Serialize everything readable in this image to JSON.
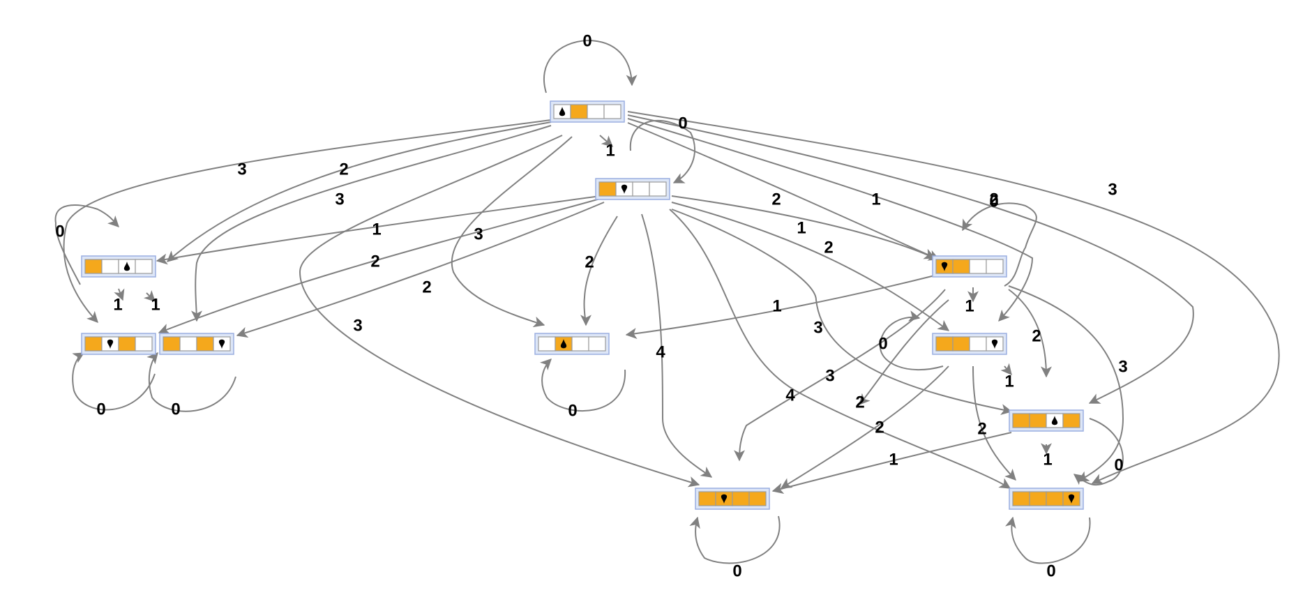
{
  "colors": {
    "filled": "#f5a81c",
    "empty": "#ffffff",
    "frame": "#dde6f7",
    "frame_border": "#9aaee0",
    "edge": "#808080",
    "head_icon": "#000000"
  },
  "nodes": [
    {
      "id": "s0",
      "cells": [
        0,
        1,
        0,
        0
      ],
      "head": 0,
      "dir": "up"
    },
    {
      "id": "s1",
      "cells": [
        1,
        0,
        0,
        0
      ],
      "head": 1,
      "dir": "down"
    },
    {
      "id": "s2",
      "cells": [
        1,
        0,
        0,
        0
      ],
      "head": 2,
      "dir": "up"
    },
    {
      "id": "s3",
      "cells": [
        1,
        0,
        1,
        0
      ],
      "head": 1,
      "dir": "down"
    },
    {
      "id": "s4",
      "cells": [
        1,
        0,
        1,
        0
      ],
      "head": 3,
      "dir": "down"
    },
    {
      "id": "s5",
      "cells": [
        0,
        1,
        0,
        0
      ],
      "head": 1,
      "dir": "up"
    },
    {
      "id": "s6",
      "cells": [
        1,
        1,
        0,
        0
      ],
      "head": 0,
      "dir": "down"
    },
    {
      "id": "s7",
      "cells": [
        1,
        1,
        0,
        0
      ],
      "head": 3,
      "dir": "down"
    },
    {
      "id": "s8",
      "cells": [
        1,
        1,
        0,
        1
      ],
      "head": 2,
      "dir": "up"
    },
    {
      "id": "s9",
      "cells": [
        1,
        1,
        1,
        1
      ],
      "head": 1,
      "dir": "down"
    },
    {
      "id": "s10",
      "cells": [
        1,
        1,
        1,
        1
      ],
      "head": 3,
      "dir": "down"
    }
  ],
  "edges": [
    {
      "from": "s0",
      "to": "s0",
      "label": "0"
    },
    {
      "from": "s0",
      "to": "s1",
      "label": "1"
    },
    {
      "from": "s0",
      "to": "s2",
      "label": "2"
    },
    {
      "from": "s0",
      "to": "s3",
      "label": "3"
    },
    {
      "from": "s0",
      "to": "s4",
      "label": "3"
    },
    {
      "from": "s0",
      "to": "s5",
      "label": "3"
    },
    {
      "from": "s0",
      "to": "s9",
      "label": "3"
    },
    {
      "from": "s0",
      "to": "s6",
      "label": "2"
    },
    {
      "from": "s0",
      "to": "s7",
      "label": "1"
    },
    {
      "from": "s0",
      "to": "s8",
      "label": "2"
    },
    {
      "from": "s0",
      "to": "s10",
      "label": "3"
    },
    {
      "from": "s1",
      "to": "s1",
      "label": "0"
    },
    {
      "from": "s1",
      "to": "s2",
      "label": "1"
    },
    {
      "from": "s1",
      "to": "s3",
      "label": "2"
    },
    {
      "from": "s1",
      "to": "s4",
      "label": "2"
    },
    {
      "from": "s1",
      "to": "s5",
      "label": "2"
    },
    {
      "from": "s1",
      "to": "s9",
      "label": "4"
    },
    {
      "from": "s1",
      "to": "s10",
      "label": "4"
    },
    {
      "from": "s1",
      "to": "s6",
      "label": "1"
    },
    {
      "from": "s1",
      "to": "s7",
      "label": "2"
    },
    {
      "from": "s1",
      "to": "s8",
      "label": "3"
    },
    {
      "from": "s2",
      "to": "s2",
      "label": "0"
    },
    {
      "from": "s2",
      "to": "s3",
      "label": "1"
    },
    {
      "from": "s2",
      "to": "s4",
      "label": "1"
    },
    {
      "from": "s3",
      "to": "s3",
      "label": "0"
    },
    {
      "from": "s4",
      "to": "s4",
      "label": "0"
    },
    {
      "from": "s5",
      "to": "s5",
      "label": "0"
    },
    {
      "from": "s6",
      "to": "s6",
      "label": "0"
    },
    {
      "from": "s6",
      "to": "s5",
      "label": "1"
    },
    {
      "from": "s6",
      "to": "s7",
      "label": "1"
    },
    {
      "from": "s6",
      "to": "s8",
      "label": "2"
    },
    {
      "from": "s6",
      "to": "s9",
      "label": "3"
    },
    {
      "from": "s6",
      "to": "s10",
      "label": "3"
    },
    {
      "from": "s7",
      "to": "s7",
      "label": "0"
    },
    {
      "from": "s7",
      "to": "s6",
      "label": "2"
    },
    {
      "from": "s7",
      "to": "s8",
      "label": "1"
    },
    {
      "from": "s7",
      "to": "s9",
      "label": "2"
    },
    {
      "from": "s7",
      "to": "s10",
      "label": "2"
    },
    {
      "from": "s8",
      "to": "s8",
      "label": "0"
    },
    {
      "from": "s8",
      "to": "s9",
      "label": "1"
    },
    {
      "from": "s8",
      "to": "s10",
      "label": "1"
    },
    {
      "from": "s9",
      "to": "s9",
      "label": "0"
    },
    {
      "from": "s10",
      "to": "s10",
      "label": "0"
    }
  ]
}
